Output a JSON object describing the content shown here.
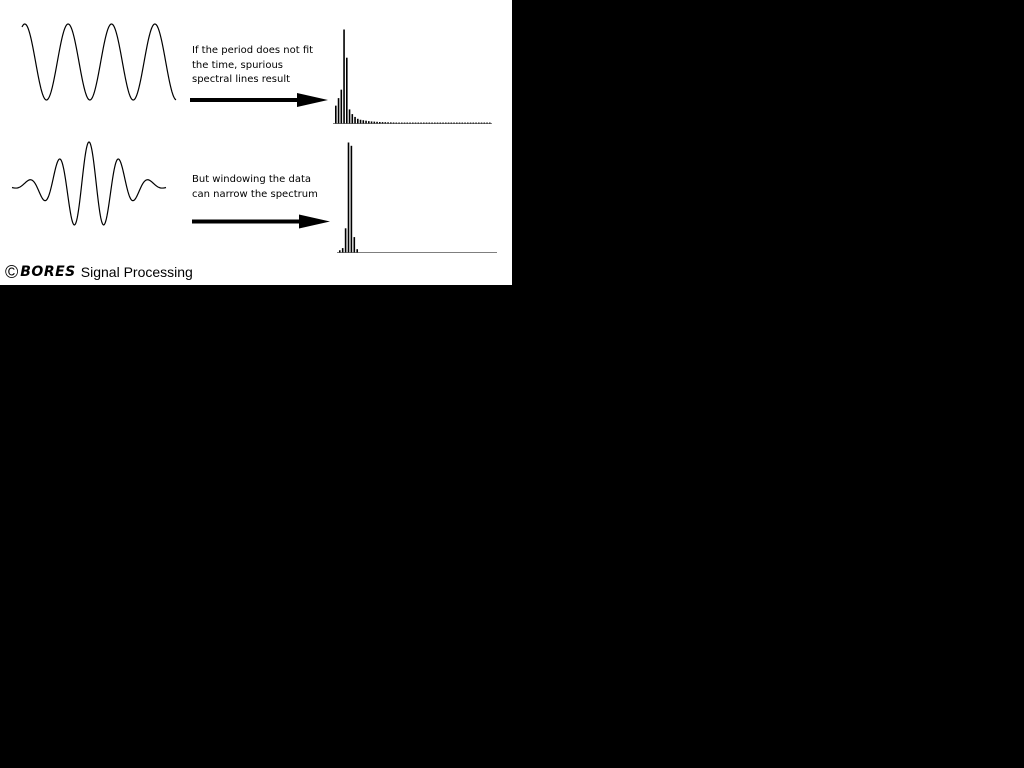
{
  "diagram": {
    "rows": [
      {
        "id": "unwindowed",
        "caption_lines": [
          "If the period does not fit",
          "the time, spurious",
          "spectral lines result"
        ],
        "spectrum_bins": [
          0.19,
          0.27,
          0.36,
          1.0,
          0.7,
          0.15,
          0.1,
          0.07,
          0.05,
          0.04,
          0.035,
          0.03,
          0.025,
          0.022,
          0.02,
          0.018,
          0.016,
          0.015,
          0.014,
          0.013,
          0.012,
          0.011,
          0.01,
          0.01,
          0.01,
          0.01,
          0.01,
          0.01,
          0.01,
          0.01,
          0.01,
          0.01,
          0.01,
          0.01,
          0.01,
          0.01,
          0.01,
          0.01,
          0.01,
          0.01,
          0.01,
          0.01,
          0.01,
          0.01,
          0.01,
          0.01,
          0.01,
          0.01,
          0.01,
          0.01,
          0.01,
          0.01,
          0.01,
          0.01,
          0.01,
          0.01,
          0.01
        ]
      },
      {
        "id": "windowed",
        "caption_lines": [
          "But windowing the data",
          "can narrow the spectrum"
        ],
        "spectrum_bins": [
          0.02,
          0.04,
          0.22,
          1.0,
          0.97,
          0.14,
          0.03
        ]
      }
    ]
  },
  "credit": {
    "symbol": "©",
    "brand": "BORES",
    "tagline": "Signal Processing"
  }
}
